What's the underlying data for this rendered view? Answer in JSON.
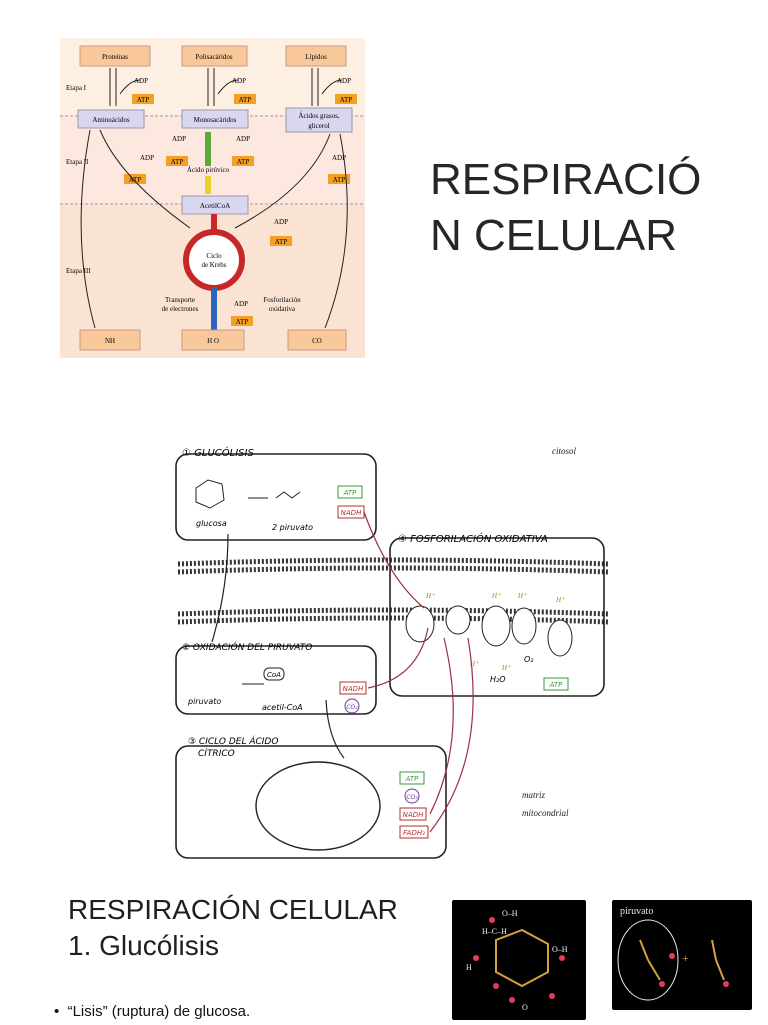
{
  "slide_title": [
    "RESPIRACIÓ",
    "N CELULAR"
  ],
  "section_title": [
    "RESPIRACIÓN CELULAR",
    "1. Glucólisis"
  ],
  "bullets": [
    "“Lisis” (ruptura) de glucosa."
  ],
  "fig1": {
    "stages": [
      "Etapa I",
      "Etapa II",
      "Etapa III"
    ],
    "top_boxes": [
      "Proteínas",
      "Polisacáridos",
      "Lípidos"
    ],
    "mid_boxes": [
      "Aminoácidos",
      "Monosacáridos",
      "Ácidos grasos,",
      "glicerol"
    ],
    "acetyl": "AcetilCoA",
    "pyruvate": [
      "Ácido pirúvico"
    ],
    "krebs": [
      "Ciclo",
      "de Krebs"
    ],
    "transport": [
      "Transporte",
      "de electrones"
    ],
    "oxphos": [
      "Fosforilación",
      "oxidativa"
    ],
    "bottom_boxes": [
      "NH",
      "H O",
      "CO"
    ],
    "adp": "ADP",
    "atp": "ATP"
  },
  "fig2": {
    "citosol": "citosol",
    "matriz": [
      "matriz",
      "mitocondrial"
    ],
    "glucolisis": "① GLUCÓLISIS",
    "glucosa": "glucosa",
    "piruvato2": "2 piruvato",
    "fosforilacion": "④ FOSFORILACIÓN OXIDATIVA",
    "oxidacion": "② OXIDACIÓN DEL PIRUVATO",
    "piruvato": "piruvato",
    "acetilcoa": "acetil-CoA",
    "coa": "CoA",
    "ciclo": [
      "③ CICLO DEL ÁCIDO",
      "CÍTRICO"
    ],
    "atp": "ATP",
    "nadh": "NADH",
    "co2": "CO₂",
    "fadh2": "FADH₂",
    "h2o": "H₂O",
    "o2": "O₂",
    "hplus": "H⁺"
  },
  "thumbs": {
    "left": "glucose molecule drawing",
    "right_label": "piruvato"
  }
}
